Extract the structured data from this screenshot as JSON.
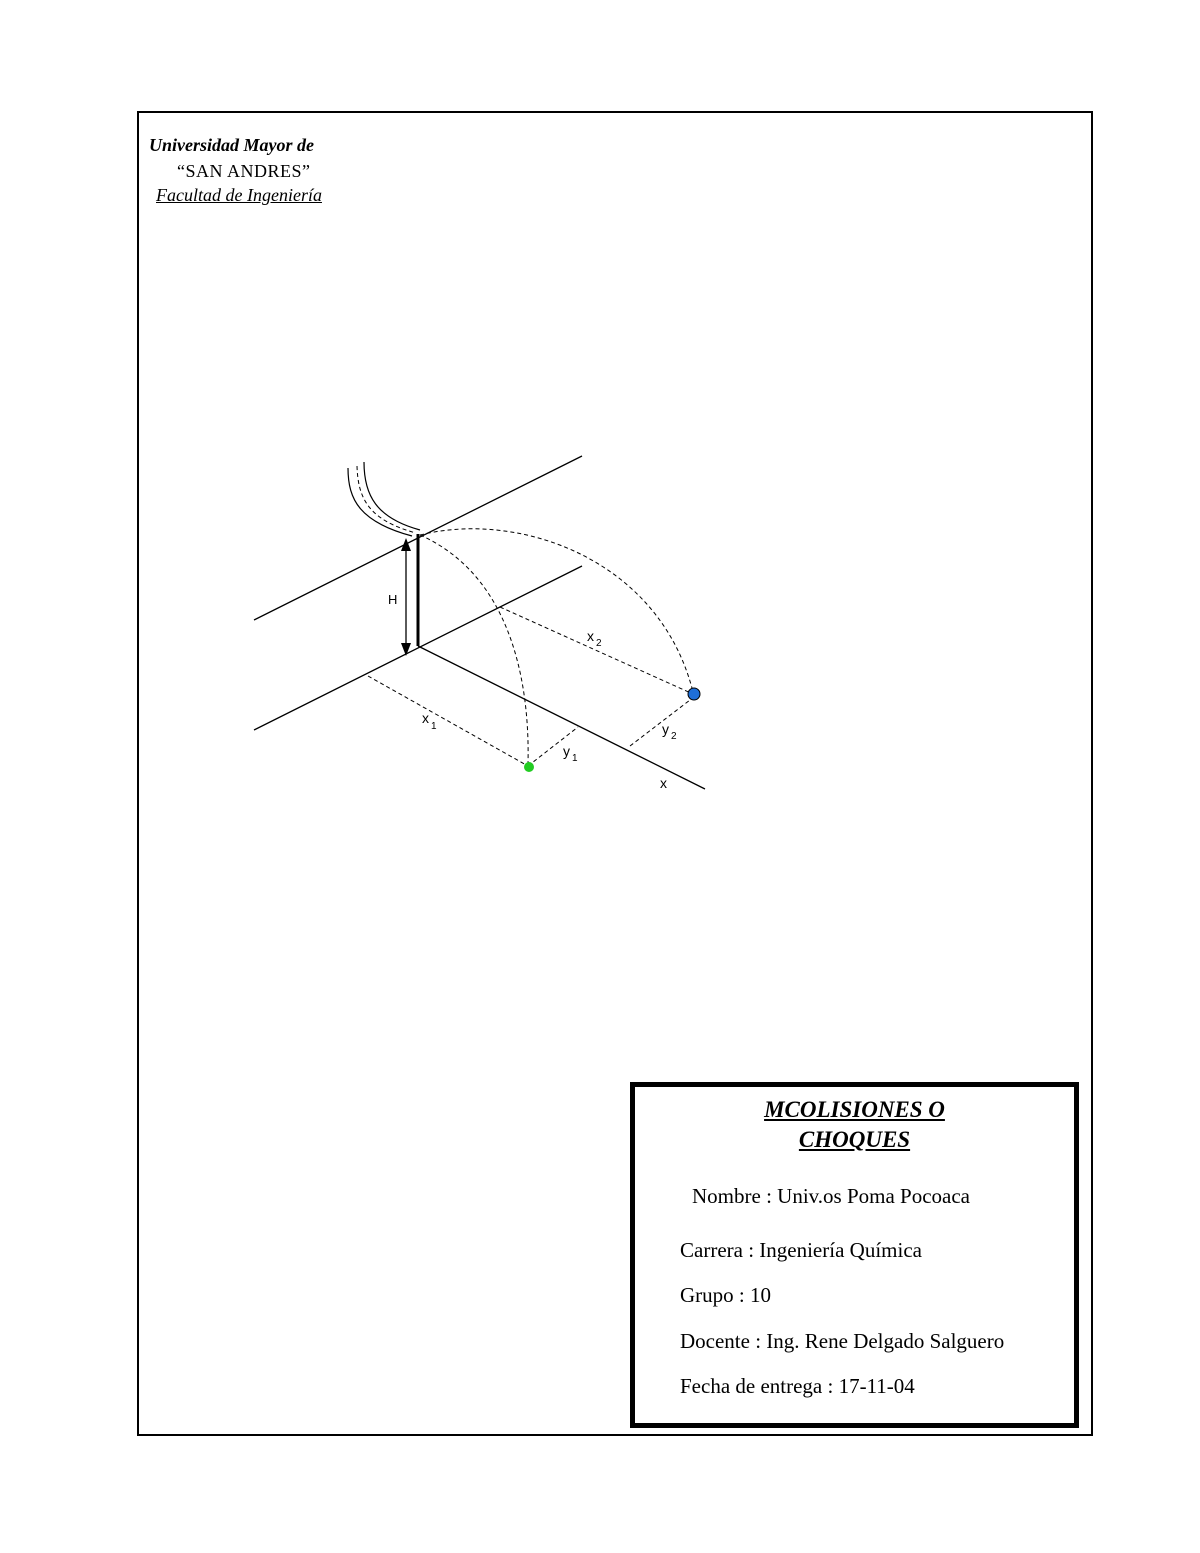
{
  "header": {
    "university": "Universidad Mayor de",
    "name": "“SAN ANDRES”",
    "faculty": "Facultad de Ingeniería "
  },
  "figure": {
    "labels": {
      "h": "H",
      "x1": "x",
      "x1_sub": "1",
      "x2": "x",
      "x2_sub": "2",
      "y1": "y",
      "y1_sub": "1",
      "y2": "y",
      "y2_sub": "2",
      "x_axis": "x"
    },
    "colors": {
      "landing_1": "#22cc22",
      "landing_2": "#1e6fd9"
    }
  },
  "info": {
    "title_line1": "MCOLISIONES O ",
    "title_line2": "CHOQUES",
    "nombre": "Nombre :  Univ.os Poma Pocoaca",
    "carrera": "Carrera  :  Ingeniería Química",
    "grupo": "Grupo     :    10",
    "docente": "Docente :  Ing. Rene Delgado Salguero",
    "fecha": "Fecha de entrega : 17-11-04"
  }
}
